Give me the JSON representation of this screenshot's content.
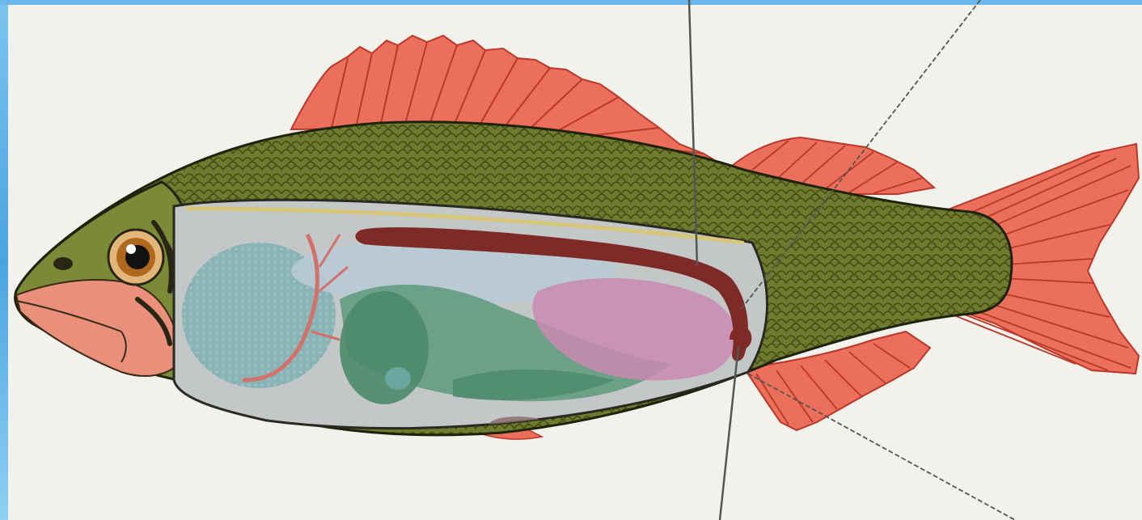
{
  "diagram": {
    "subject": "fish-internal-anatomy",
    "labels": [],
    "callout_lines": 4
  },
  "colors": {
    "background": "#f2f1ec",
    "frame_blue": "#5fb2e8",
    "skin_olive": "#6e7a2e",
    "skin_scale_line": "#3f4a14",
    "fin_red": "#ec6f5c",
    "fin_ray": "#b8382a",
    "head_pink": "#e98f7a",
    "cavity_gray": "#b9bdbf",
    "gill_teal": "#6fa6a8",
    "kidney_dark_red": "#7e2a26",
    "gonad_pink": "#c98ab0",
    "gut_green": "#5d9a7d",
    "swim_bladder_blue": "#b8cad6",
    "callout_line": "#555555"
  },
  "icons": [
    "fish-illustration"
  ]
}
